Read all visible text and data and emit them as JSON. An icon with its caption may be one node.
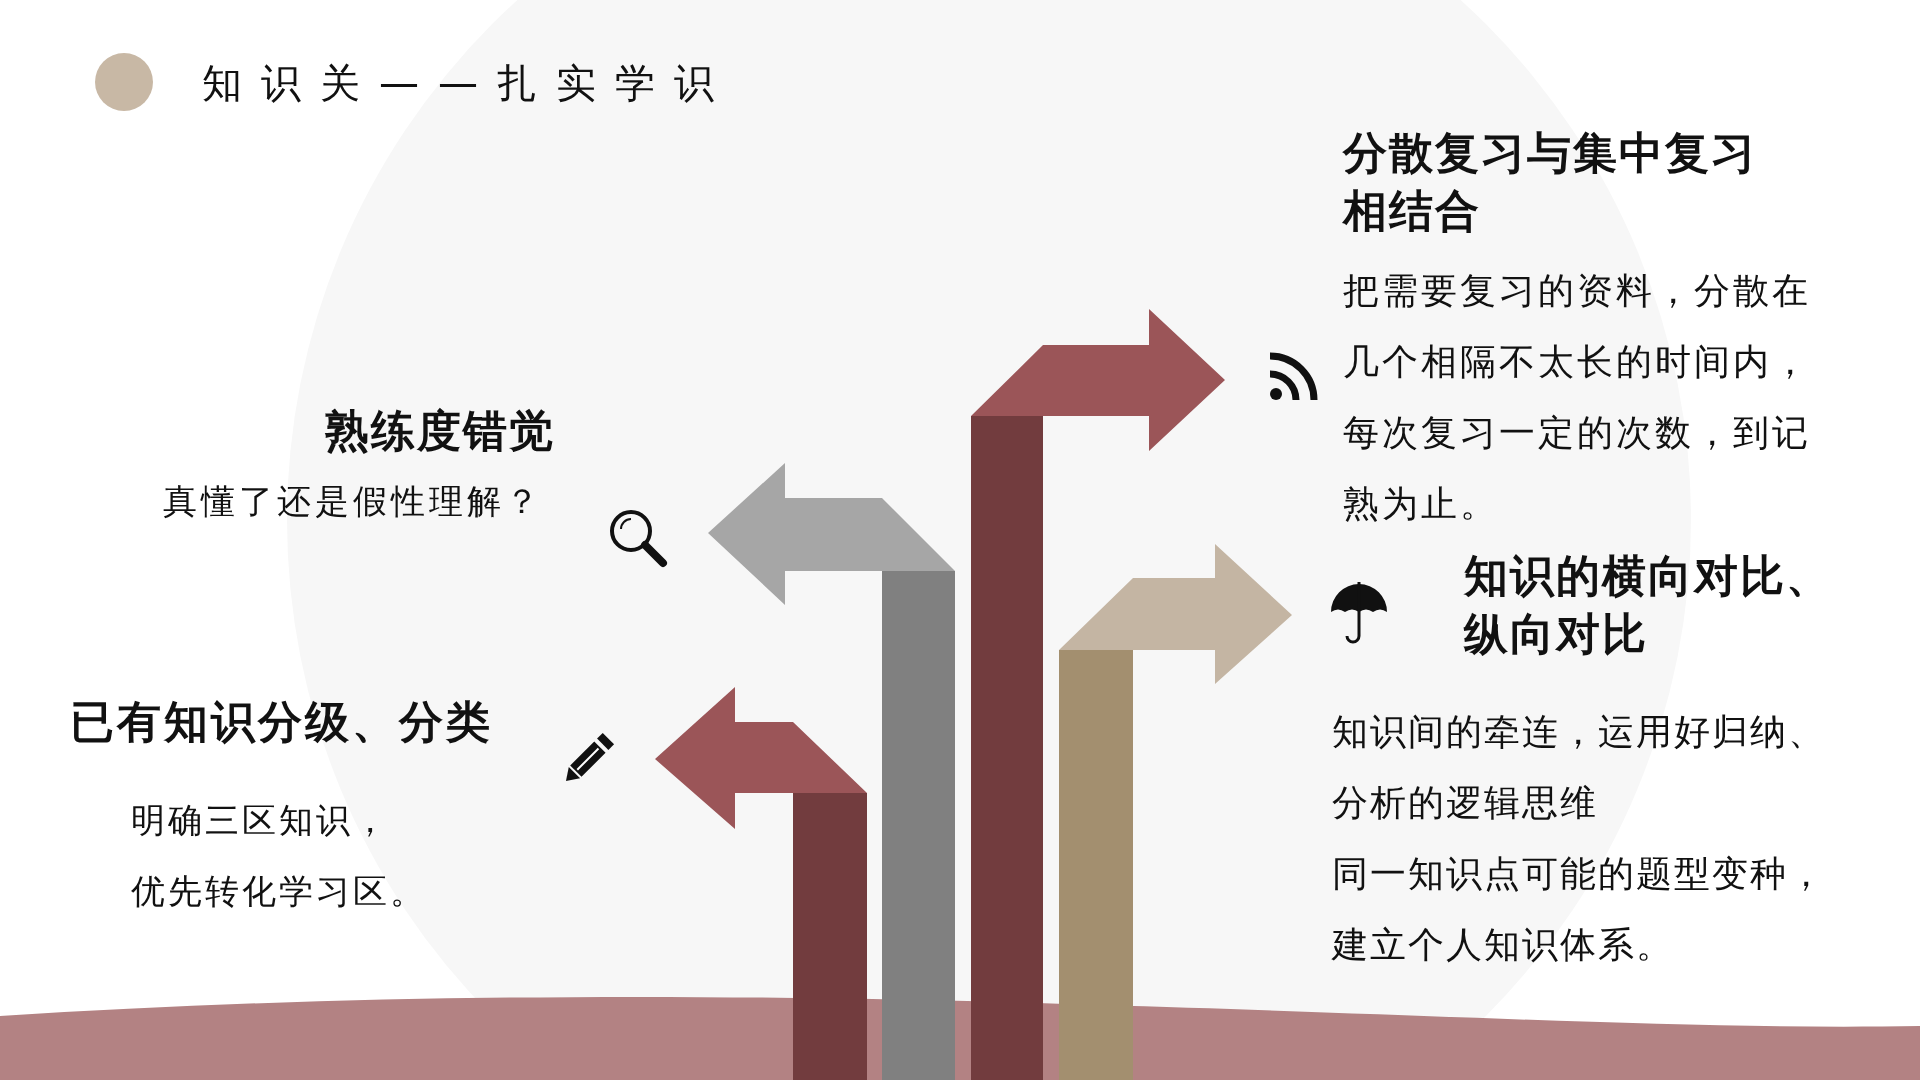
{
  "diagram": {
    "title": "知识关——扎实学识",
    "labels": [
      "分散复习与集中复习相结合",
      "把需要复习的资料，分散在几个相隔不太长的时间内，每次复习一定的次数，到记熟为止。",
      "熟练度错觉",
      "真懂了还是假性理解？",
      "知识的横向对比、纵向对比",
      "知识间的牵连，运用好归纳、分析的逻辑思维",
      "同一知识点可能的题型变种，建立个人知识体系。",
      "已有知识分级、分类",
      "明确三区知识，",
      "优先转化学习区。"
    ]
  }
}
